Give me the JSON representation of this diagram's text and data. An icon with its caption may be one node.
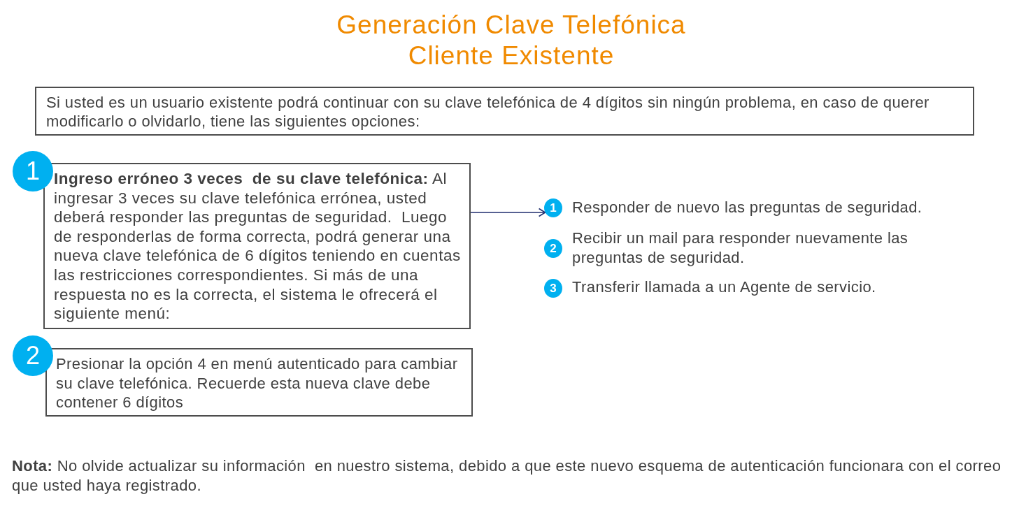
{
  "diagram": {
    "title": "Generación Clave Telefónica Cliente Existente",
    "nodes": [
      {
        "text": [
          "Si usted es un usuario existente podrá continuar con su clave telefónica de 4 dígitos sin ningún problema, en caso de querer modificarlo o olvidarlo, tiene las siguientes opciones:"
        ]
      },
      {
        "text": [
          "1"
        ]
      },
      {
        "text": [
          "**Ingreso erróneo 3 veces  de su clave telefónica:** Al ingresar 3 veces su clave telefónica errónea, usted deberá responder las preguntas de seguridad.  Luego de responderlas de forma correcta, podrá generar una nueva clave telefónica de 6 dígitos teniendo en cuentas las restricciones correspondientes. Si más de una respuesta no es la correcta, el sistema le ofrecerá el siguiente menú:"
        ]
      },
      {
        "text": [
          "1"
        ],
        "beside": [
          "Responder de nuevo las preguntas de seguridad."
        ]
      },
      {
        "text": [
          "2"
        ],
        "beside": [
          "Recibir un mail para responder nuevamente las preguntas de seguridad."
        ]
      },
      {
        "text": [
          "3"
        ],
        "beside": [
          "Transferir llamada a un Agente de servicio."
        ]
      },
      {
        "text": [
          "2"
        ]
      },
      {
        "text": [
          "Presionar la opción 4 en menú autenticado para cambiar su clave telefónica. Recuerde esta nueva clave debe contener 6 dígitos"
        ]
      }
    ],
    "edges": [
      {
        "from": 2,
        "to": 3,
        "arrow": "to"
      }
    ],
    "labels": [
      "**Nota:** No olvide actualizar su información  en nuestro sistema, debido a que este nuevo esquema de autenticación funcionara con el correo que usted haya registrado."
    ]
  }
}
